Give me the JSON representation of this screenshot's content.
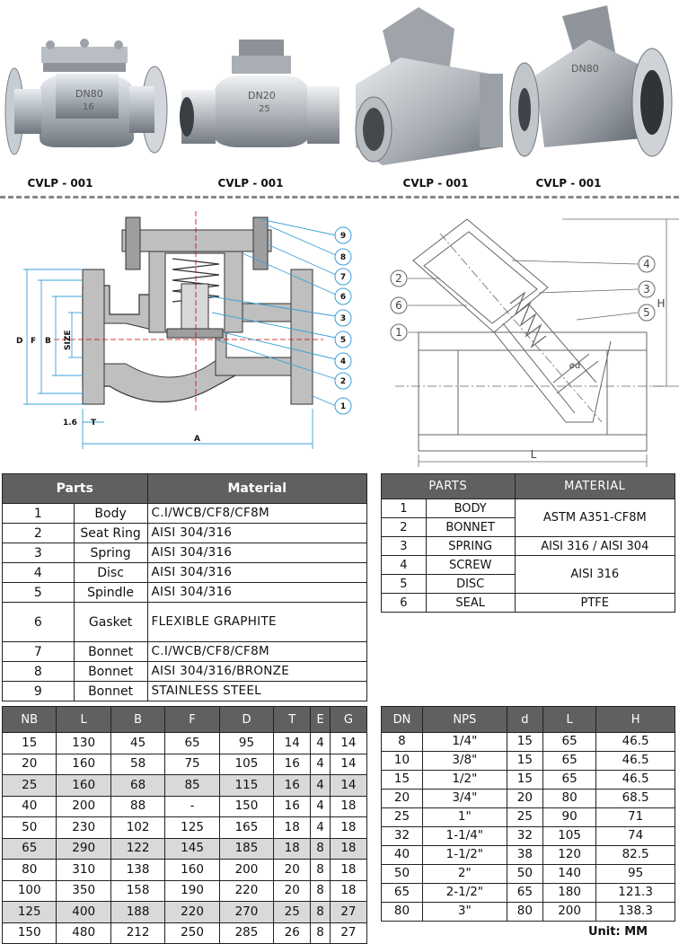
{
  "products": [
    {
      "caption": "CVLP - 001"
    },
    {
      "caption": "CVLP - 001"
    },
    {
      "caption": "CVLP - 001"
    },
    {
      "caption": "CVLP - 001"
    }
  ],
  "lift_diagram": {
    "dimension_labels": [
      "D",
      "F",
      "B",
      "SIZE",
      "1.6",
      "T",
      "A"
    ],
    "callouts": [
      "9",
      "8",
      "7",
      "6",
      "3",
      "5",
      "4",
      "2",
      "1"
    ]
  },
  "y_diagram": {
    "dimension_labels": [
      "H",
      "L",
      "ød"
    ],
    "callouts": [
      "4",
      "2",
      "3",
      "6",
      "5",
      "1"
    ]
  },
  "parts_table_1": {
    "headers": [
      "Parts",
      "Material"
    ],
    "rows": [
      {
        "no": "1",
        "part": "Body",
        "material": "C.I/WCB/CF8/CF8M"
      },
      {
        "no": "2",
        "part": "Seat Ring",
        "material": "AISI 304/316"
      },
      {
        "no": "3",
        "part": "Spring",
        "material": "AISI 304/316"
      },
      {
        "no": "4",
        "part": "Disc",
        "material": "AISI 304/316"
      },
      {
        "no": "5",
        "part": "Spindle",
        "material": "AISI 304/316"
      },
      {
        "no": "6",
        "part": "Gasket",
        "material": "FLEXIBLE GRAPHITE"
      },
      {
        "no": "7",
        "part": "Bonnet",
        "material": "C.I/WCB/CF8/CF8M"
      },
      {
        "no": "8",
        "part": "Bonnet",
        "material": "AISI 304/316/BRONZE"
      },
      {
        "no": "9",
        "part": "Bonnet",
        "material": "STAINLESS STEEL"
      }
    ]
  },
  "parts_table_2": {
    "headers": [
      "PARTS",
      "MATERIAL"
    ],
    "rows": [
      {
        "no": "1",
        "part": "BODY"
      },
      {
        "no": "2",
        "part": "BONNET"
      },
      {
        "no": "3",
        "part": "SPRING"
      },
      {
        "no": "4",
        "part": "SCREW"
      },
      {
        "no": "5",
        "part": "DISC"
      },
      {
        "no": "6",
        "part": "SEAL"
      }
    ],
    "materials": [
      "ASTM A351-CF8M",
      "AISI 316 / AISI 304",
      "AISI 316",
      "PTFE"
    ]
  },
  "dim_table_1": {
    "headers": [
      "NB",
      "L",
      "B",
      "F",
      "D",
      "T",
      "E",
      "G"
    ],
    "rows": [
      [
        "15",
        "130",
        "45",
        "65",
        "95",
        "14",
        "4",
        "14"
      ],
      [
        "20",
        "160",
        "58",
        "75",
        "105",
        "16",
        "4",
        "14"
      ],
      [
        "25",
        "160",
        "68",
        "85",
        "115",
        "16",
        "4",
        "14"
      ],
      [
        "40",
        "200",
        "88",
        "-",
        "150",
        "16",
        "4",
        "18"
      ],
      [
        "50",
        "230",
        "102",
        "125",
        "165",
        "18",
        "4",
        "18"
      ],
      [
        "65",
        "290",
        "122",
        "145",
        "185",
        "18",
        "8",
        "18"
      ],
      [
        "80",
        "310",
        "138",
        "160",
        "200",
        "20",
        "8",
        "18"
      ],
      [
        "100",
        "350",
        "158",
        "190",
        "220",
        "20",
        "8",
        "18"
      ],
      [
        "125",
        "400",
        "188",
        "220",
        "270",
        "25",
        "8",
        "27"
      ],
      [
        "150",
        "480",
        "212",
        "250",
        "285",
        "26",
        "8",
        "27"
      ]
    ]
  },
  "dim_table_2": {
    "headers": [
      "DN",
      "NPS",
      "d",
      "L",
      "H"
    ],
    "rows": [
      [
        "8",
        "1/4\"",
        "15",
        "65",
        "46.5"
      ],
      [
        "10",
        "3/8\"",
        "15",
        "65",
        "46.5"
      ],
      [
        "15",
        "1/2\"",
        "15",
        "65",
        "46.5"
      ],
      [
        "20",
        "3/4\"",
        "20",
        "80",
        "68.5"
      ],
      [
        "25",
        "1\"",
        "25",
        "90",
        "71"
      ],
      [
        "32",
        "1-1/4\"",
        "32",
        "105",
        "74"
      ],
      [
        "40",
        "1-1/2\"",
        "38",
        "120",
        "82.5"
      ],
      [
        "50",
        "2\"",
        "50",
        "140",
        "95"
      ],
      [
        "65",
        "2-1/2\"",
        "65",
        "180",
        "121.3"
      ],
      [
        "80",
        "3\"",
        "80",
        "200",
        "138.3"
      ]
    ],
    "unit": "Unit: MM"
  }
}
